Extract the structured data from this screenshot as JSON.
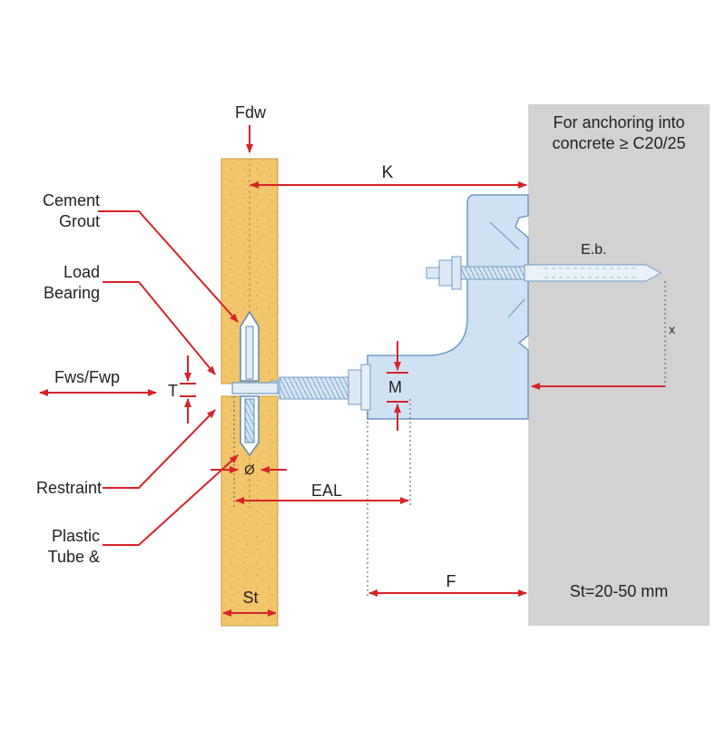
{
  "labels": {
    "fdw": "Fdw",
    "k": "K",
    "concrete_line1": "For anchoring into",
    "concrete_line2": "concrete ≥ C20/25",
    "eb": "E.b.",
    "x": "x",
    "cement_line1": "Cement",
    "cement_line2": "Grout",
    "load_line1": "Load",
    "load_line2": "Bearing",
    "fws": "Fws/Fwp",
    "t": "T",
    "m": "M",
    "restraint": "Restraint",
    "diameter": "Ø",
    "eal": "EAL",
    "plastic_line1": "Plastic",
    "plastic_line2": "Tube &",
    "f": "F",
    "st": "St",
    "st_range": "St=20-50 mm"
  },
  "colors": {
    "wall": "#d2d2d2",
    "masonry": "#f2c66a",
    "bracket": "#cfe2f3",
    "bracket_stroke": "#6f9cc6",
    "arrow": "#d8232a",
    "text": "#222222"
  }
}
